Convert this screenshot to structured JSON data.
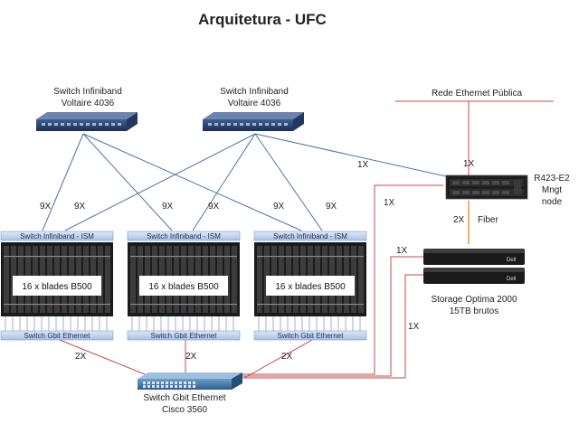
{
  "title": "Arquitetura - UFC",
  "ib_switch_1": {
    "line1": "Switch Infiniband",
    "line2": "Voltaire 4036"
  },
  "ib_switch_2": {
    "line1": "Switch Infiniband",
    "line2": "Voltaire 4036"
  },
  "ethernet_public": "Rede  Ethernet Pública",
  "mgmt_node": {
    "line1": "R423-E2",
    "line2": "Mngt",
    "line3": "node"
  },
  "storage": {
    "line1": "Storage Optima 2000",
    "line2": "15TB brutos"
  },
  "fiber_label": "Fiber",
  "gbe_switch": {
    "line1": "Switch Gbit Ethernet",
    "line2": "Cisco 3560"
  },
  "racks": [
    {
      "top_label": "Switch Infiniband - ISM",
      "blade_label": "16 x blades B500",
      "bottom_label": "Switch Gbit Ethernet"
    },
    {
      "top_label": "Switch Infiniband - ISM",
      "blade_label": "16 x blades B500",
      "bottom_label": "Switch Gbit Ethernet"
    },
    {
      "top_label": "Switch Infiniband - ISM",
      "blade_label": "16 x blades B500",
      "bottom_label": "Switch Gbit Ethernet"
    }
  ],
  "link_counts": {
    "ib_r1_a": "9X",
    "ib_r1_b": "9X",
    "ib_r2_a": "9X",
    "ib_r2_b": "9X",
    "ib_r3_a": "9X",
    "ib_r3_b": "9X",
    "ib_mgmt": "1X",
    "public_mgmt": "1X",
    "mgmt_gbe": "1X",
    "mgmt_storage": "2X",
    "storage_gbe_1": "1X",
    "storage_gbe_2": "1X",
    "rack1_gbe": "2X",
    "rack2_gbe": "2X",
    "rack3_gbe": "2X"
  },
  "colors": {
    "infiniband_link": "#4a73a8",
    "ethernet_link": "#c44848",
    "fiber_link": "#e4a33a",
    "rack_label_bar": "#bcd0ea"
  }
}
